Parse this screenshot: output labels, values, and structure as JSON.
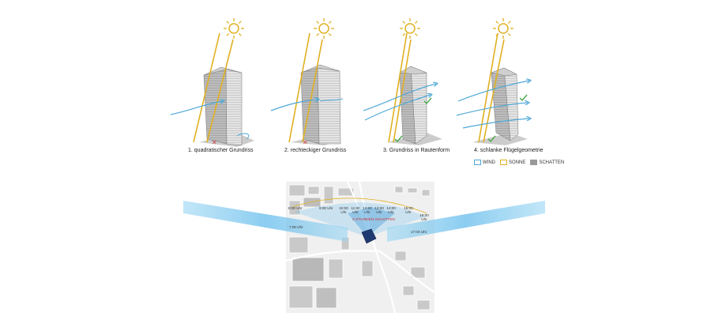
{
  "captions": [
    "1. quadratischer Grundriss",
    "2. rechteckiger Grundriss",
    "3. Grundriss in Rautenform",
    "4. schlanke Flügelgeometrie"
  ],
  "legend": [
    {
      "label": "WIND",
      "color": "#4fa8d8",
      "style": "outline"
    },
    {
      "label": "SONNE",
      "color": "#e0b020",
      "style": "outline"
    },
    {
      "label": "SCHATTEN",
      "color": "#999999",
      "style": "fill"
    }
  ],
  "site_plan": {
    "times": [
      "8:00 Uhr",
      "9:00 Uhr",
      "10:00 Uhr",
      "11:00 Uhr",
      "12:00 Uhr",
      "13:00 Uhr",
      "14:00 Uhr",
      "15:00 Uhr",
      "16:00 Uhr",
      "17:00 Uhr",
      "7:00 Uhr"
    ],
    "shade_label": "2 STUNDEN SCHATTEN"
  },
  "colors": {
    "wind": "#4fa8d8",
    "sun": "#e0b020",
    "shadow": "#999999",
    "tower": "#d8d8d8",
    "wind_band": "#8fd0f0"
  }
}
